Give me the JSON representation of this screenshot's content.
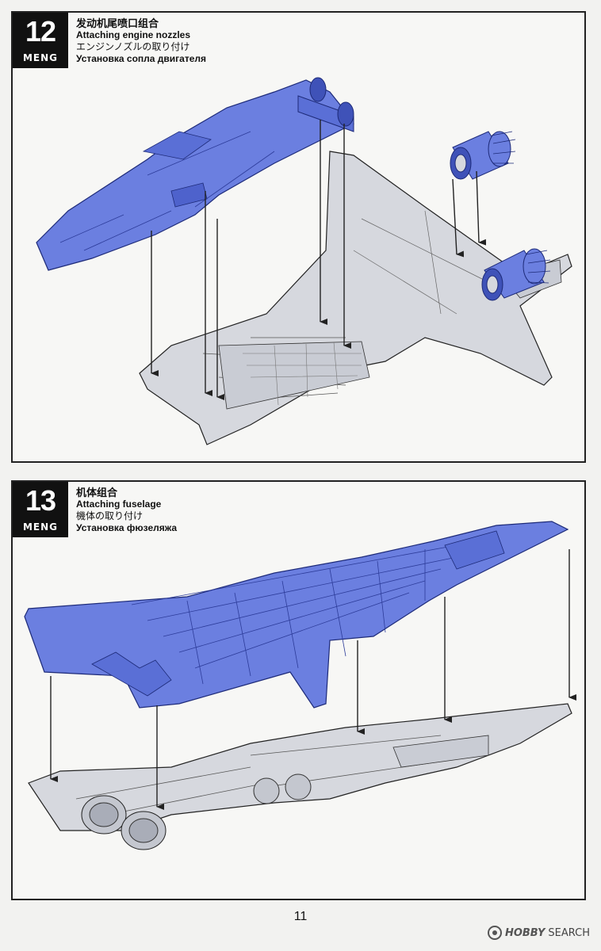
{
  "steps": [
    {
      "number": "12",
      "brand": "MENG",
      "title_cn": "发动机尾喷口组合",
      "title_en": "Attaching engine nozzles",
      "title_jp": "エンジンノズルの取り付け",
      "title_ru": "Установка сопла двигателя"
    },
    {
      "number": "13",
      "brand": "MENG",
      "title_cn": "机体组合",
      "title_en": "Attaching fuselage",
      "title_jp": "機体の取り付け",
      "title_ru": "Установка фюзеляжа"
    }
  ],
  "page_number": "11",
  "watermark": {
    "hobby": "HOBBY",
    "search": "SEARCH"
  },
  "colors": {
    "part_blue": "#6b7fe0",
    "part_blue_dark": "#3f52b8",
    "fuselage_grey": "#d6d8de",
    "line": "#222222"
  }
}
